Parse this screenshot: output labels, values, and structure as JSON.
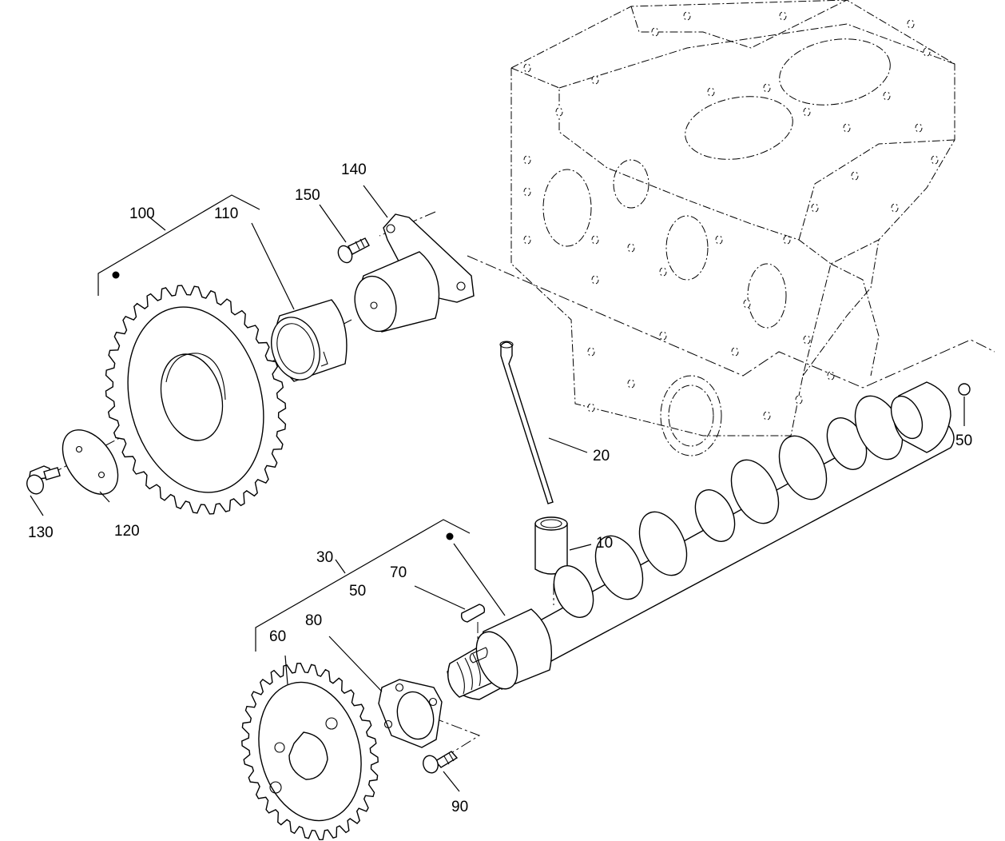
{
  "callouts": {
    "c10": "10",
    "c20": "20",
    "c30": "30",
    "c50_assy": "50",
    "c50_ball": "50",
    "c60": "60",
    "c70": "70",
    "c80": "80",
    "c90": "90",
    "c100": "100",
    "c110": "110",
    "c120": "120",
    "c130": "130",
    "c140": "140",
    "c150": "150"
  }
}
